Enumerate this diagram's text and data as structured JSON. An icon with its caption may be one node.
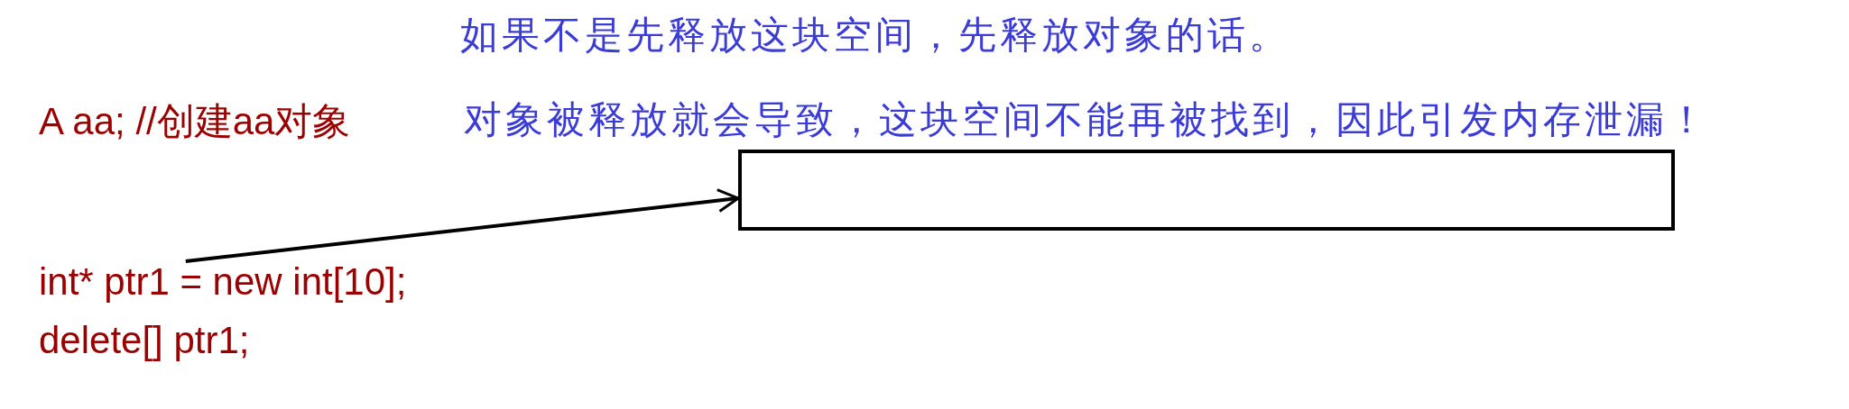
{
  "diagram": {
    "nodes": [
      {
        "text": [
          "int* ptr1 = new int[10];"
        ]
      },
      {
        "text": [],
        "shape": "box"
      }
    ],
    "edges": [
      {
        "from": 0,
        "to": 1,
        "arrow": "to"
      }
    ],
    "labels": [
      "如果不是先释放这块空间，先释放对象的话。",
      "A aa;  //创建aa对象",
      "对象被释放就会导致，这块空间不能再被找到，因此引发内存泄漏！",
      "delete[] ptr1;"
    ]
  }
}
